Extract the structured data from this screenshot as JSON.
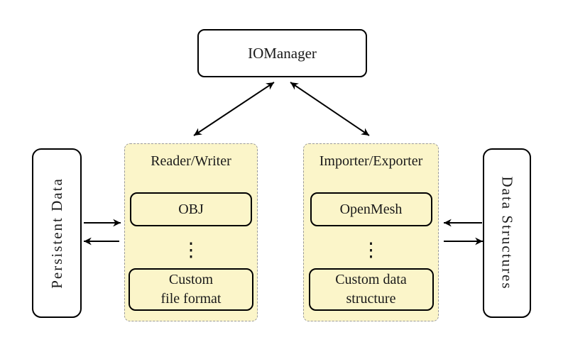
{
  "colors": {
    "canvas_bg": "#ffffff",
    "group_fill": "#fbf5c9",
    "group_border": "#9a9a9a",
    "node_fill": "#ffffff",
    "node_border": "#000000",
    "arrow_color": "#000000"
  },
  "nodes": {
    "iomanager": {
      "label": "IOManager"
    },
    "persistent_data": {
      "label": "Persistent Data"
    },
    "data_structures": {
      "label": "Data Structures"
    }
  },
  "groups": {
    "reader_writer": {
      "label": "Reader/Writer",
      "item_top": "OBJ",
      "dots": "⋮",
      "item_bottom_line1": "Custom",
      "item_bottom_line2": "file format"
    },
    "importer_exporter": {
      "label": "Importer/Exporter",
      "item_top": "OpenMesh",
      "dots": "⋮",
      "item_bottom_line1": "Custom data",
      "item_bottom_line2": "structure"
    }
  },
  "connections": [
    {
      "from": "IOManager",
      "to": "Reader/Writer",
      "type": "bidirectional"
    },
    {
      "from": "IOManager",
      "to": "Importer/Exporter",
      "type": "bidirectional"
    },
    {
      "from": "Persistent Data",
      "to": "Reader/Writer",
      "type": "one-way"
    },
    {
      "from": "Reader/Writer",
      "to": "Persistent Data",
      "type": "one-way"
    },
    {
      "from": "Data Structures",
      "to": "Importer/Exporter",
      "type": "one-way"
    },
    {
      "from": "Importer/Exporter",
      "to": "Data Structures",
      "type": "one-way"
    }
  ]
}
